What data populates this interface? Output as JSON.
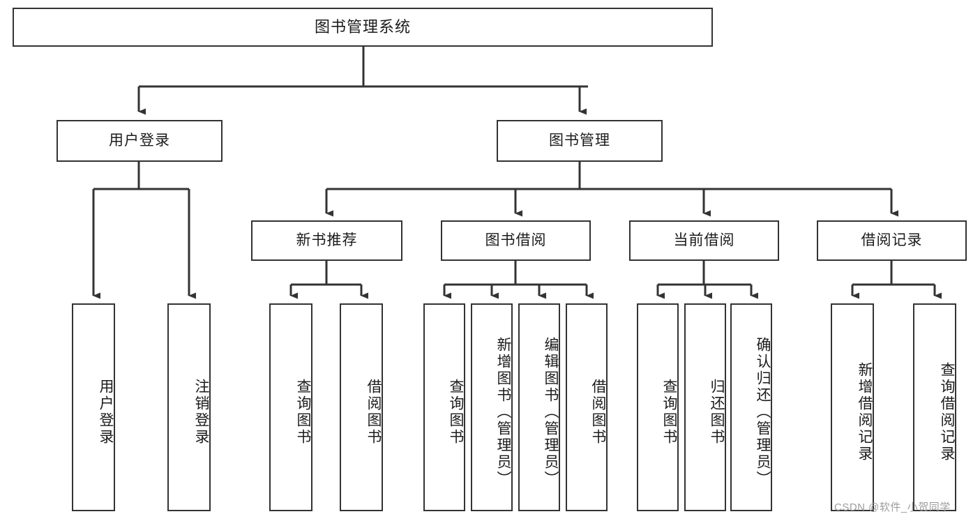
{
  "diagram": {
    "title": "图书管理系统",
    "type": "tree-hierarchy-diagram",
    "colors": {
      "box_border": "#333333",
      "box_fill": "#ffffff",
      "edge": "#333333",
      "text": "#1b1b1b",
      "watermark": "#9d9d9d"
    },
    "root": {
      "label": "图书管理系统"
    },
    "level2": [
      {
        "label": "用户登录"
      },
      {
        "label": "图书管理"
      }
    ],
    "level3": [
      {
        "label": "新书推荐"
      },
      {
        "label": "图书借阅"
      },
      {
        "label": "当前借阅"
      },
      {
        "label": "借阅记录"
      }
    ],
    "leaves": {
      "user_login": [
        {
          "label": "用户登录"
        },
        {
          "label": "注销登录"
        }
      ],
      "new_book_recommend": [
        {
          "label": "查询图书"
        },
        {
          "label": "借阅图书"
        }
      ],
      "book_borrow": [
        {
          "label": "查询图书"
        },
        {
          "label": "新增图书（管理员）"
        },
        {
          "label": "编辑图书（管理员）"
        },
        {
          "label": "借阅图书"
        }
      ],
      "current_borrow": [
        {
          "label": "查询图书"
        },
        {
          "label": "归还图书"
        },
        {
          "label": "确认归还（管理员）"
        }
      ],
      "borrow_record": [
        {
          "label": "新增借阅记录"
        },
        {
          "label": "查询借阅记录"
        }
      ]
    },
    "watermark": "CSDN @软件_小贺同学"
  }
}
